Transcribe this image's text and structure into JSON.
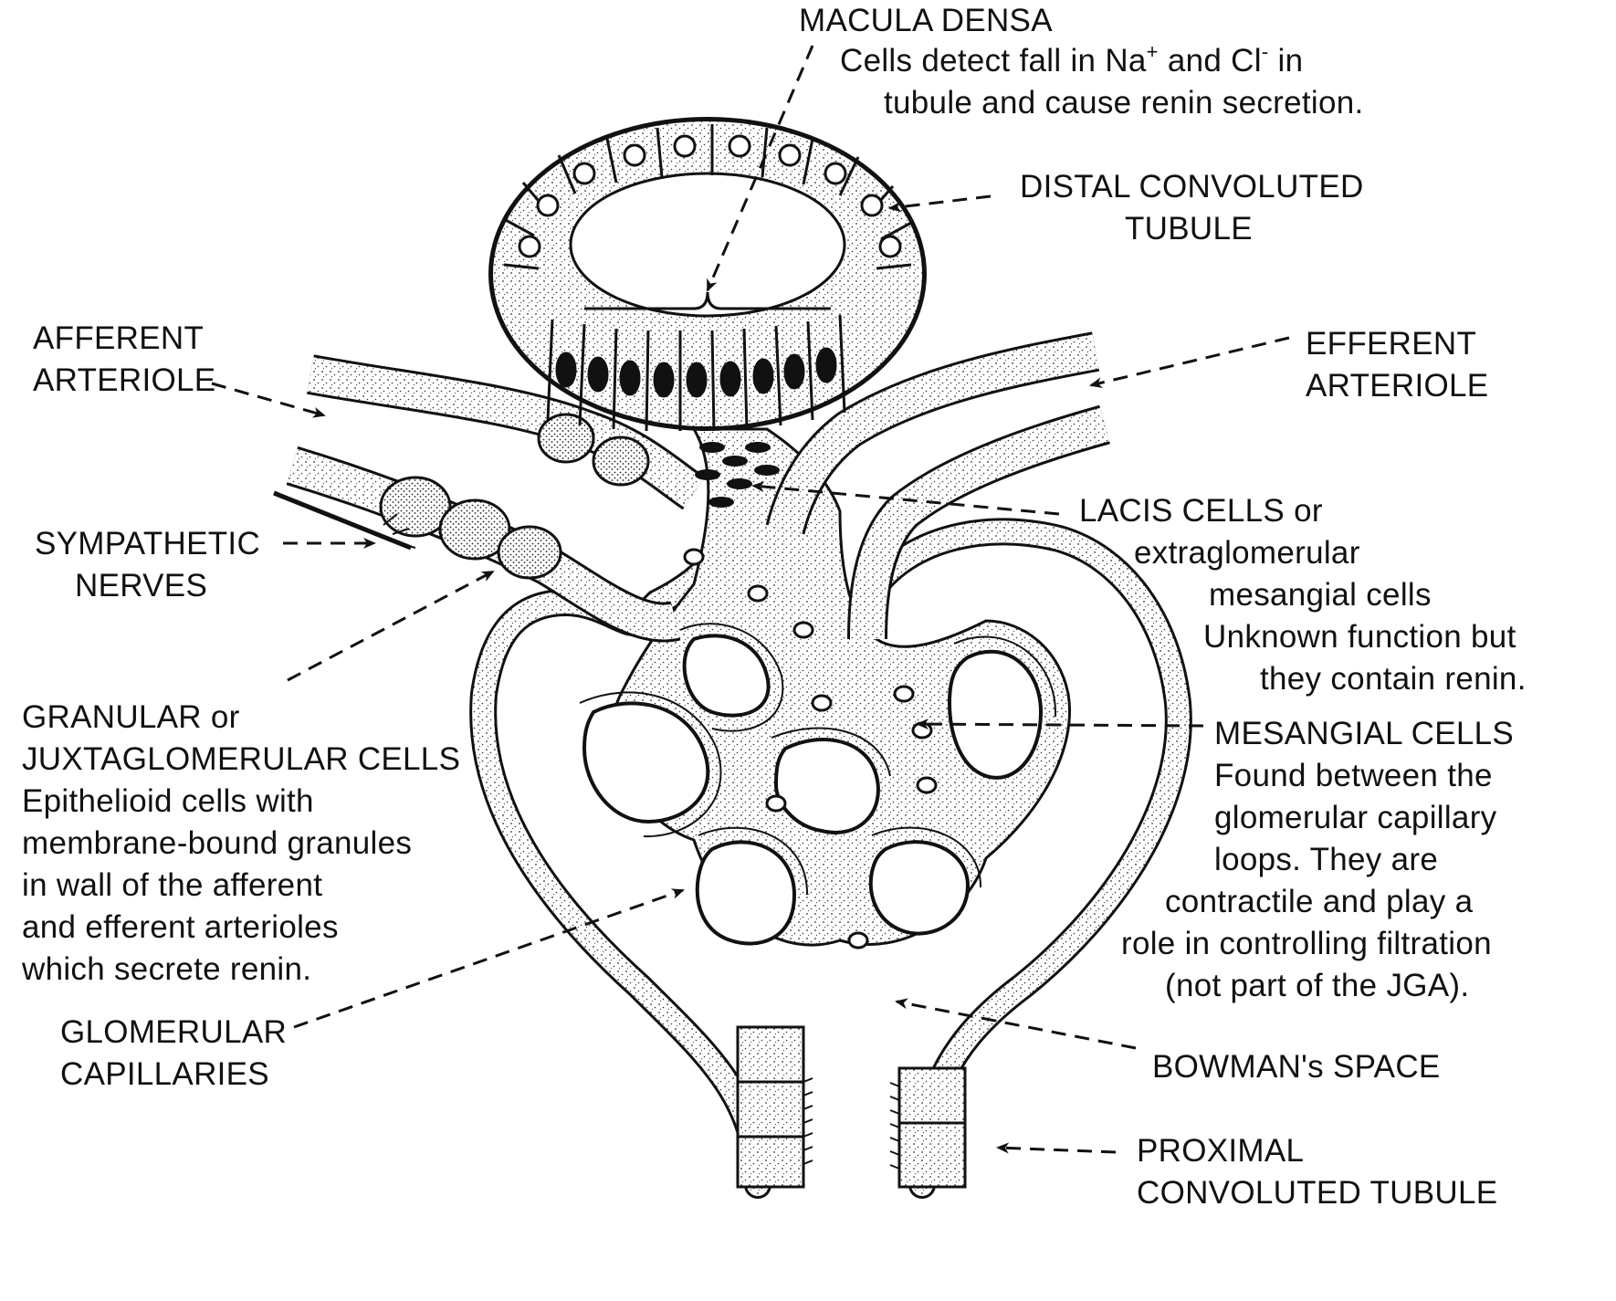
{
  "labels": {
    "macula_densa": {
      "title": "MACULA DENSA",
      "desc1_a": "Cells detect fall in Na",
      "desc1_sup1": "+",
      "desc1_b": " and Cl",
      "desc1_sup2": "-",
      "desc1_c": " in",
      "desc2": "tubule and cause renin secretion."
    },
    "distal_tubule": {
      "line1": "DISTAL CONVOLUTED",
      "line2": "TUBULE"
    },
    "afferent_arteriole": {
      "line1": "AFFERENT",
      "line2": "ARTERIOLE"
    },
    "efferent_arteriole": {
      "line1": "EFFERENT",
      "line2": "ARTERIOLE"
    },
    "sympathetic_nerves": {
      "line1": "SYMPATHETIC",
      "line2": "NERVES"
    },
    "lacis_cells": {
      "line1": "LACIS CELLS or",
      "line2": "extraglomerular",
      "line3": "mesangial cells",
      "line4": "Unknown function but",
      "line5": "they contain renin."
    },
    "granular_cells": {
      "line1": "GRANULAR or",
      "line2": "JUXTAGLOMERULAR CELLS",
      "line3": "Epithelioid cells with",
      "line4": "membrane-bound granules",
      "line5": "in wall of the afferent",
      "line6": "and efferent arterioles",
      "line7": "which secrete renin."
    },
    "mesangial_cells": {
      "line1": "MESANGIAL CELLS",
      "line2": "Found between the",
      "line3": "glomerular capillary",
      "line4": "loops. They are",
      "line5": "contractile and play a",
      "line6": "role in controlling filtration",
      "line7": "(not part of the JGA)."
    },
    "glomerular_capillaries": {
      "line1": "GLOMERULAR",
      "line2": "CAPILLARIES"
    },
    "bowmans_space": {
      "line1": "BOWMAN's SPACE"
    },
    "proximal_tubule": {
      "line1": "PROXIMAL",
      "line2": "CONVOLUTED TUBULE"
    }
  },
  "colors": {
    "ink": "#111111",
    "cell_fill": "#f6f6f6",
    "paper": "#ffffff"
  }
}
